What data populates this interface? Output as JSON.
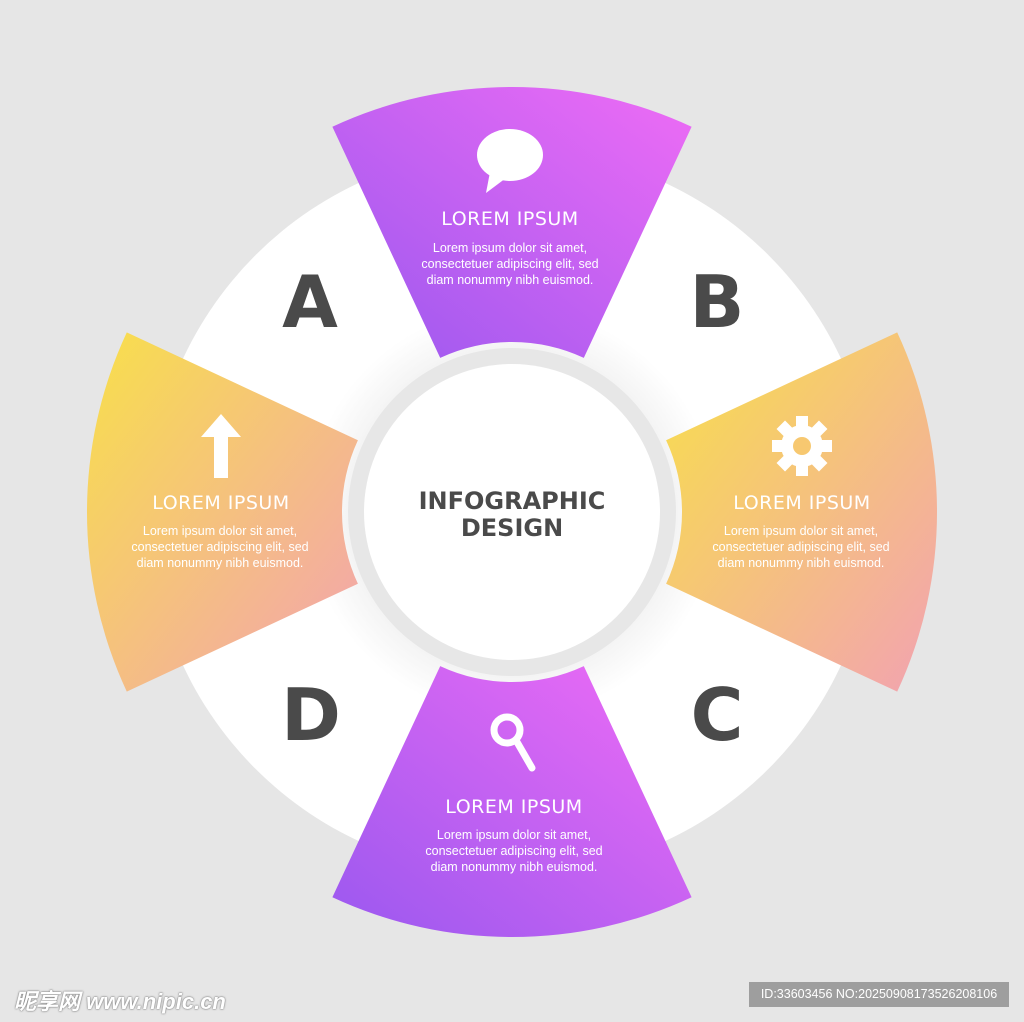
{
  "center": {
    "line1": "INFOGRAPHIC",
    "line2": "DESIGN"
  },
  "letters": [
    "A",
    "B",
    "C",
    "D"
  ],
  "segments": [
    {
      "id": "top",
      "icon": "speech-bubble-icon",
      "title": "LOREM IPSUM",
      "body": "Lorem ipsum dolor sit amet, consectetuer adipiscing elit, sed diam nonummy nibh euismod."
    },
    {
      "id": "right",
      "icon": "gear-icon",
      "title": "LOREM IPSUM",
      "body": "Lorem ipsum dolor sit amet, consectetuer adipiscing elit, sed diam nonummy nibh euismod."
    },
    {
      "id": "bottom",
      "icon": "magnifier-icon",
      "title": "LOREM IPSUM",
      "body": "Lorem ipsum dolor sit amet, consectetuer adipiscing elit, sed diam nonummy nibh euismod."
    },
    {
      "id": "left",
      "icon": "arrow-up-icon",
      "title": "LOREM IPSUM",
      "body": "Lorem ipsum dolor sit amet, consectetuer adipiscing elit, sed diam nonummy nibh euismod."
    }
  ],
  "colors": {
    "purple_start": "#9a58ef",
    "purple_end": "#ef6cf5",
    "yellow_start": "#f8e04a",
    "yellow_end": "#f2a2b2",
    "letter": "#4a4a4a"
  },
  "watermark": {
    "left": "昵享网 www.nipic.cn",
    "right": "ID:33603456 NO:20250908173526208106"
  }
}
